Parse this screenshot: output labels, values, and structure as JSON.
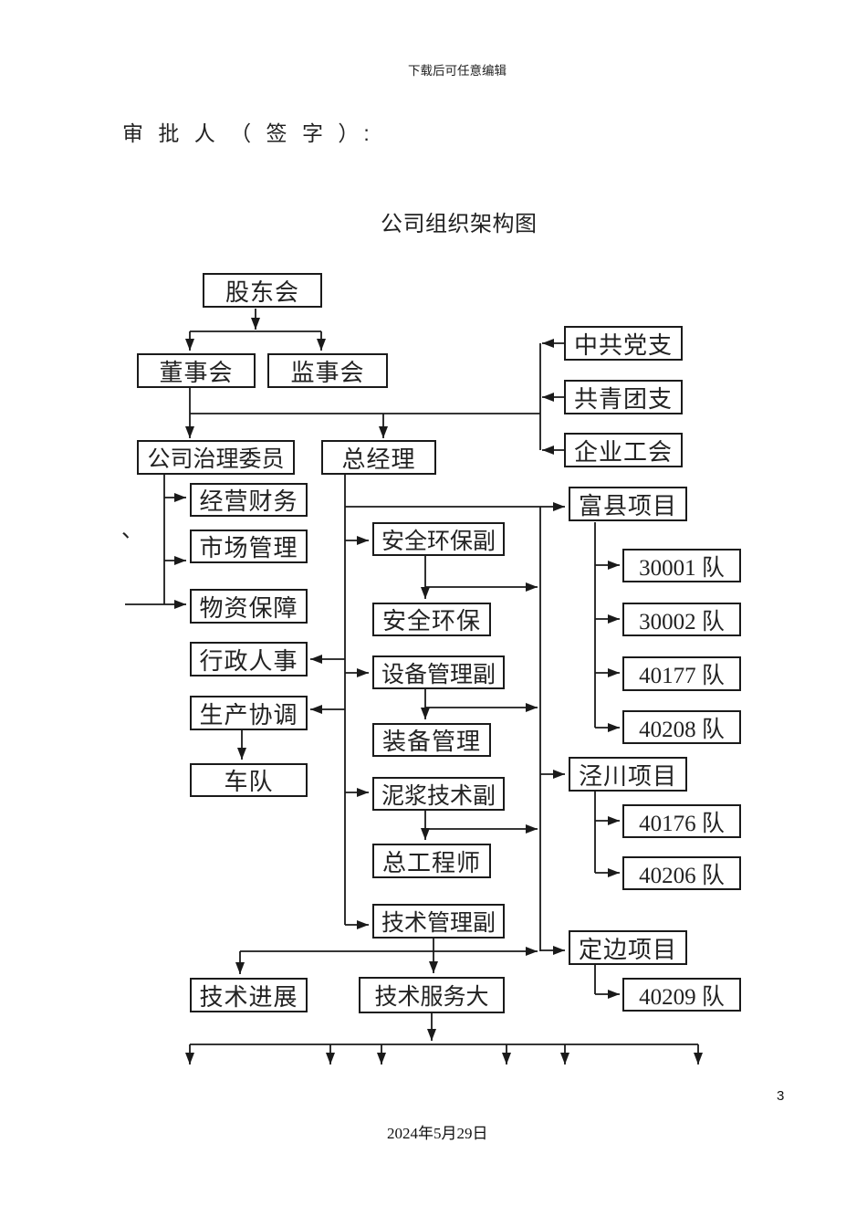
{
  "colors": {
    "line": "#000000",
    "text": "#222222",
    "background": "#ffffff"
  },
  "document": {
    "header_note": "下载后可任意编辑",
    "approval_line": "审 批 人 （ 签 字 ）:",
    "title": "公司组织架构图",
    "stray_mark": "、",
    "page_number": "3",
    "footer_date": "2024年5月29日"
  },
  "nodes": {
    "shareholders_meeting": "股东会",
    "board_of_directors": "董事会",
    "supervisory_board": "监事会",
    "party_branch": "中共党支",
    "youth_league_branch": "共青团支",
    "labor_union": "企业工会",
    "governance_committee": "公司治理委员",
    "general_manager": "总经理",
    "finance": "经营财务",
    "market_management": "市场管理",
    "materials_support": "物资保障",
    "admin_hr": "行政人事",
    "production_coordination": "生产协调",
    "motorcade": "车队",
    "safety_env_deputy": "安全环保副",
    "safety_env": "安全环保",
    "equipment_deputy": "设备管理副",
    "equipment_management": "装备管理",
    "mud_tech_deputy": "泥浆技术副",
    "chief_engineer": "总工程师",
    "tech_mgmt_deputy": "技术管理副",
    "tech_progress": "技术进展",
    "tech_service": "技术服务大",
    "fuxian_project": "富县项目",
    "team_30001": "30001 队",
    "team_30002": "30002 队",
    "team_40177": "40177 队",
    "team_40208": "40208 队",
    "jingchuan_project": "泾川项目",
    "team_40176": "40176 队",
    "team_40206": "40206 队",
    "dingbian_project": "定边项目",
    "team_40209": "40209 队"
  }
}
